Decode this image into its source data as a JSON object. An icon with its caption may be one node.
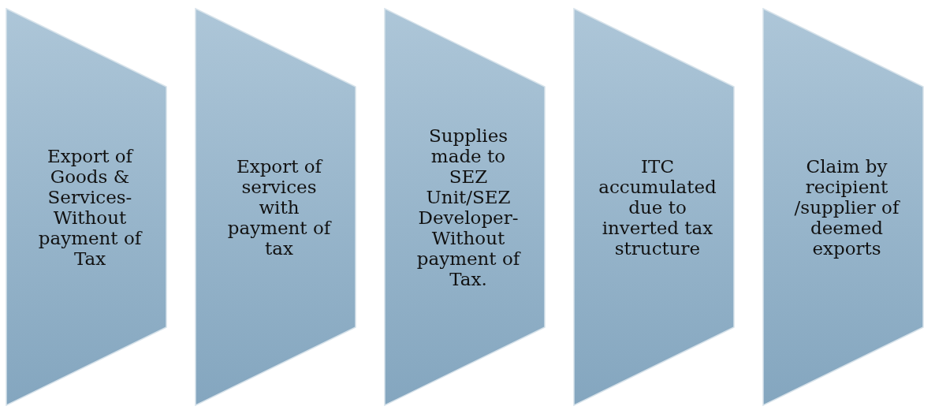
{
  "diagram": {
    "nodes": [
      {
        "text": [
          "Export of Goods & Services- Without payment of Tax"
        ]
      },
      {
        "text": [
          "Export of services with payment of tax"
        ]
      },
      {
        "text": [
          "Supplies made to SEZ Unit/SEZ Developer- Without payment of Tax."
        ]
      },
      {
        "text": [
          "ITC accumulated due to inverted tax structure"
        ]
      },
      {
        "text": [
          "Claim by recipient /supplier of deemed exports"
        ]
      }
    ]
  }
}
